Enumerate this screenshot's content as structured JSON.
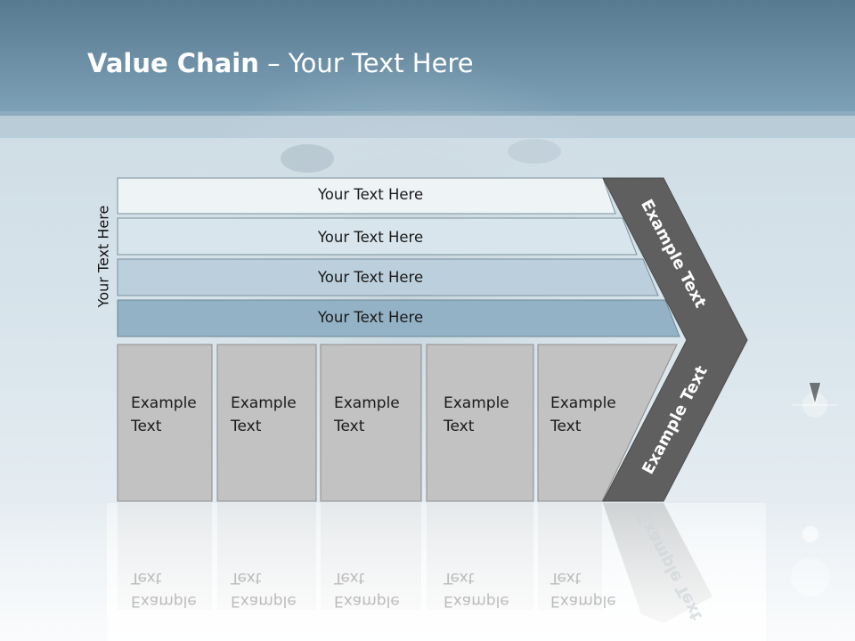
{
  "slide": {
    "title_bold": "Value Chain",
    "title_rest": " – Your Text Here",
    "side_label": "Your Text Here"
  },
  "support_bars": [
    {
      "label": "Your Text Here"
    },
    {
      "label": "Your Text Here"
    },
    {
      "label": "Your Text Here"
    },
    {
      "label": "Your Text Here"
    }
  ],
  "primary_boxes": [
    {
      "line1": "Example",
      "line2": "Text"
    },
    {
      "line1": "Example",
      "line2": "Text"
    },
    {
      "line1": "Example",
      "line2": "Text"
    },
    {
      "line1": "Example",
      "line2": "Text"
    },
    {
      "line1": "Example",
      "line2": "Text"
    }
  ],
  "chevron": {
    "upper_label": "Example Text",
    "lower_label": "Example Text"
  },
  "colors": {
    "header": "#5f8399",
    "bar1": "#eef3f6",
    "bar2": "#d8e5ed",
    "bar3": "#bccfdc",
    "bar4": "#93b2c5",
    "box": "#c2c2c2",
    "chevron": "#5f5f5f"
  }
}
